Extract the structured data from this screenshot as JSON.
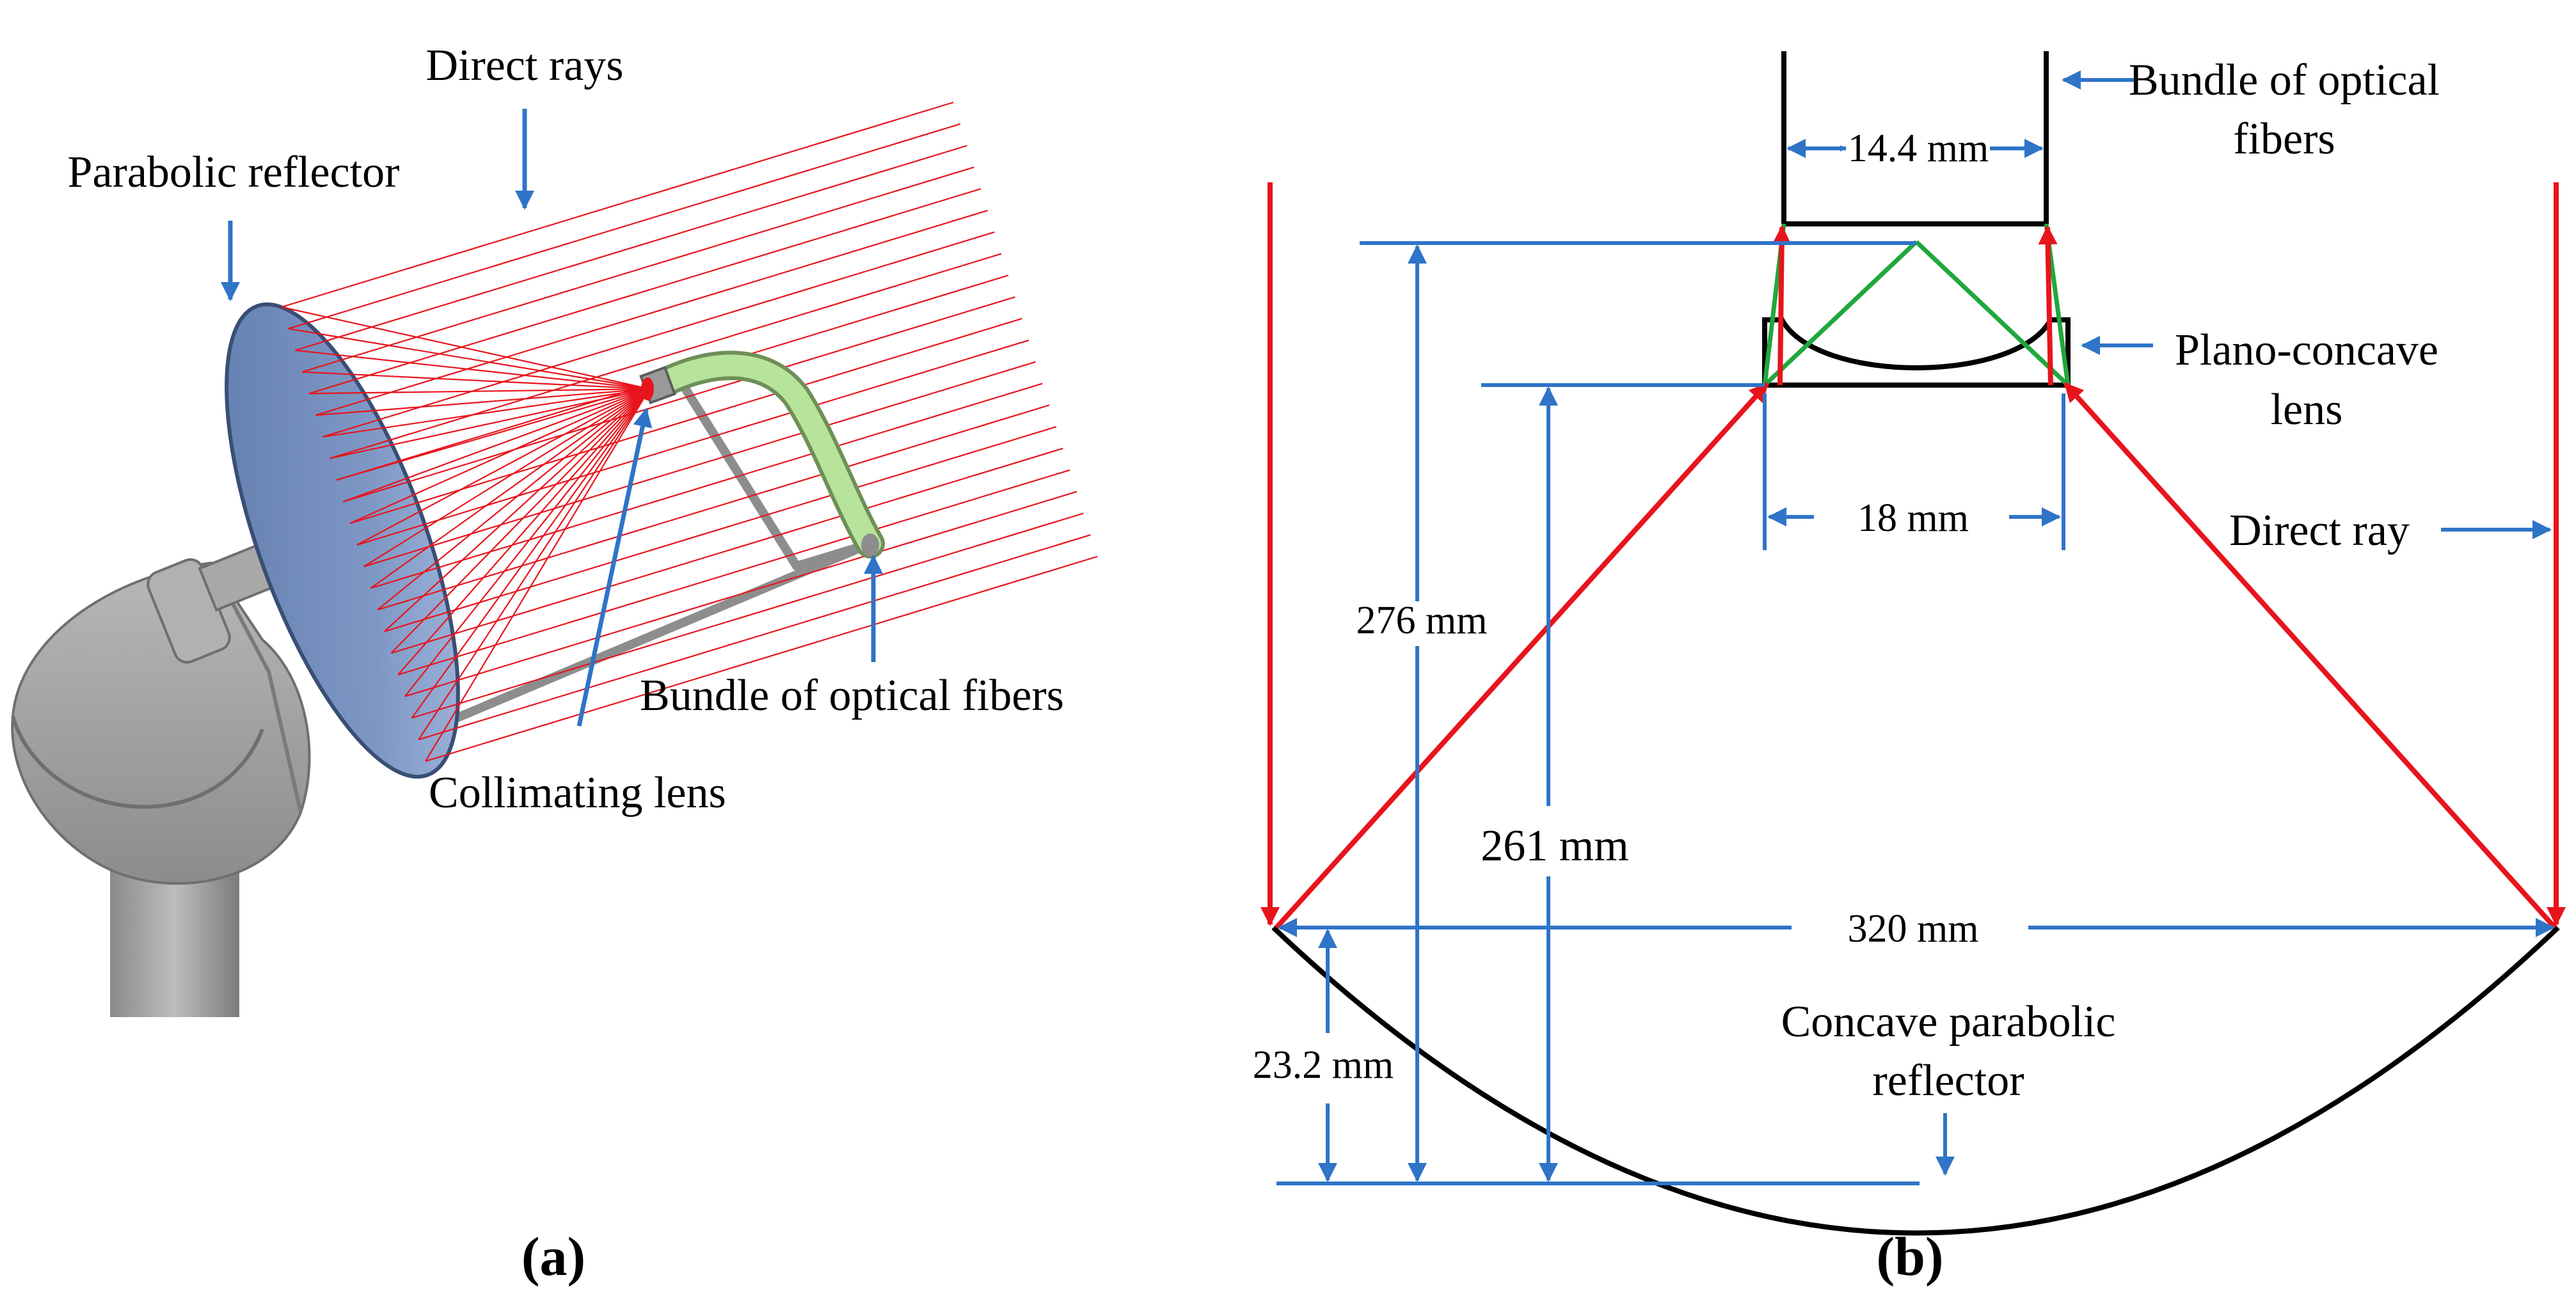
{
  "panel_a": {
    "caption": "(a)",
    "labels": {
      "direct_rays": "Direct rays",
      "parabolic_reflector": "Parabolic reflector",
      "bundle_of_optical_fibers": "Bundle of optical fibers",
      "collimating_lens": "Collimating lens"
    }
  },
  "panel_b": {
    "caption": "(b)",
    "labels": {
      "bundle_line1": "Bundle of optical",
      "bundle_line2": "fibers",
      "lens_line1": "Plano-concave",
      "lens_line2": "lens",
      "direct_ray": "Direct ray",
      "reflector_line1": "Concave parabolic",
      "reflector_line2": "reflector"
    },
    "dimensions": {
      "fiber_width": "14.4 mm",
      "lens_width": "18 mm",
      "height_total": "276 mm",
      "height_lens": "261 mm",
      "aperture": "320 mm",
      "depth": "23.2 mm"
    }
  },
  "colors": {
    "ray": "#e8141c",
    "dimension": "#2f74c7",
    "cone": "#1fa83c",
    "outline": "#000000",
    "reflector_fill": "#7a93bf",
    "fiber_green": "#b7e39a",
    "mount_gray": "#a6a6a6"
  }
}
